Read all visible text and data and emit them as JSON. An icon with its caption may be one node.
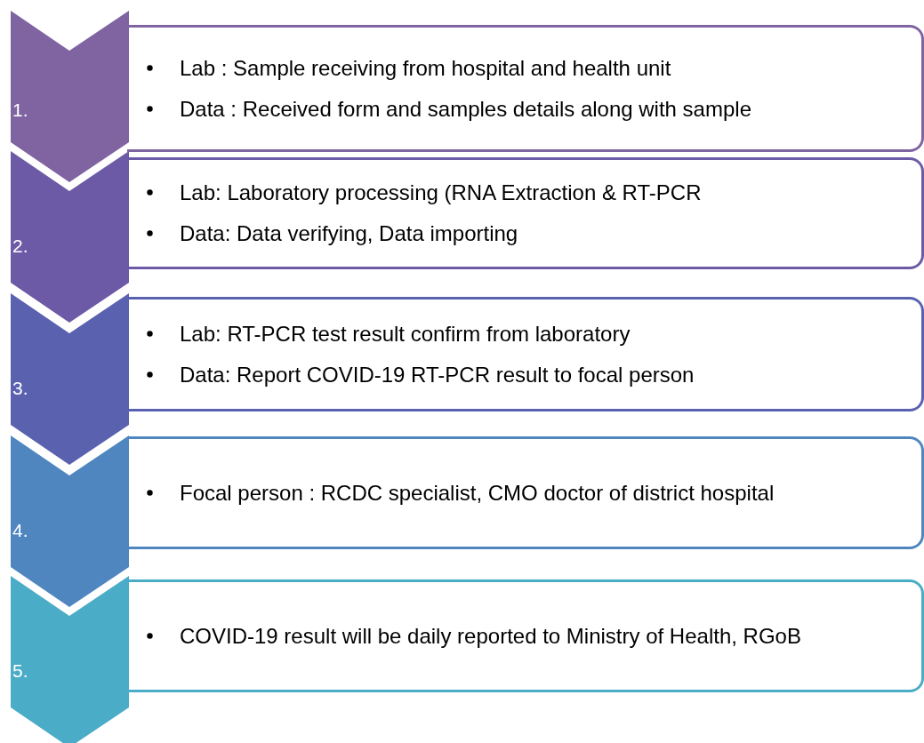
{
  "diagram": {
    "nodes": [
      {
        "text": [
          "1."
        ]
      },
      {
        "text": [
          "Lab : Sample receiving from hospital and health unit",
          "Data : Received form and samples details along with sample"
        ]
      },
      {
        "text": [
          "2."
        ]
      },
      {
        "text": [
          "Lab: Laboratory processing (RNA Extraction & RT-PCR",
          "Data: Data verifying, Data importing"
        ]
      },
      {
        "text": [
          "3."
        ]
      },
      {
        "text": [
          "Lab: RT-PCR test result confirm from laboratory",
          "Data: Report COVID-19 RT-PCR result to focal person"
        ]
      },
      {
        "text": [
          "4."
        ]
      },
      {
        "text": [
          "Focal person : RCDC specialist, CMO doctor of district hospital"
        ]
      },
      {
        "text": [
          "5."
        ]
      },
      {
        "text": [
          "COVID-19 result will be daily reported to Ministry of Health, RGoB"
        ]
      }
    ],
    "edges": []
  }
}
